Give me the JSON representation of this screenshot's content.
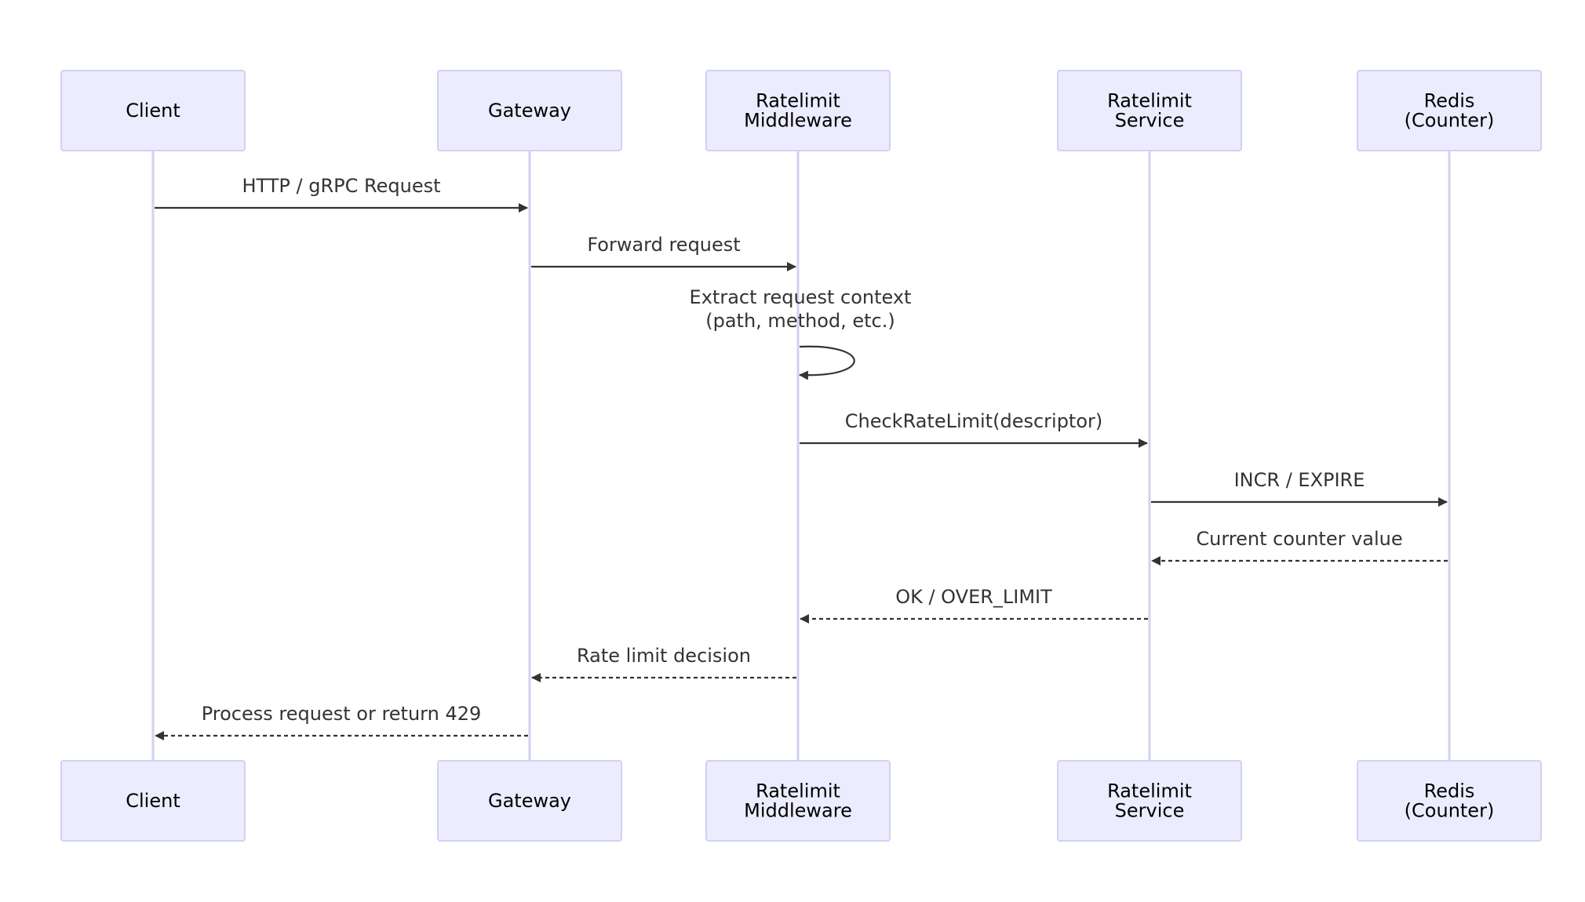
{
  "participants": [
    {
      "id": "client",
      "lines": [
        "Client"
      ]
    },
    {
      "id": "gateway",
      "lines": [
        "Gateway"
      ]
    },
    {
      "id": "middleware",
      "lines": [
        "Ratelimit",
        "Middleware"
      ]
    },
    {
      "id": "service",
      "lines": [
        "Ratelimit",
        "Service"
      ]
    },
    {
      "id": "redis",
      "lines": [
        "Redis",
        "(Counter)"
      ]
    }
  ],
  "messages": [
    {
      "from": "client",
      "to": "gateway",
      "lines": [
        "HTTP / gRPC Request"
      ],
      "style": "solid"
    },
    {
      "from": "gateway",
      "to": "middleware",
      "lines": [
        "Forward request"
      ],
      "style": "solid"
    },
    {
      "from": "middleware",
      "to": "middleware",
      "lines": [
        "Extract request context",
        "(path, method, etc.)"
      ],
      "style": "solid"
    },
    {
      "from": "middleware",
      "to": "service",
      "lines": [
        "CheckRateLimit(descriptor)"
      ],
      "style": "solid"
    },
    {
      "from": "service",
      "to": "redis",
      "lines": [
        "INCR / EXPIRE"
      ],
      "style": "solid"
    },
    {
      "from": "redis",
      "to": "service",
      "lines": [
        "Current counter value"
      ],
      "style": "dashed"
    },
    {
      "from": "service",
      "to": "middleware",
      "lines": [
        "OK / OVER_LIMIT"
      ],
      "style": "dashed"
    },
    {
      "from": "middleware",
      "to": "gateway",
      "lines": [
        "Rate limit decision"
      ],
      "style": "dashed"
    },
    {
      "from": "gateway",
      "to": "client",
      "lines": [
        "Process request or return 429"
      ],
      "style": "dashed"
    }
  ],
  "colors": {
    "actor_fill": "#ececff",
    "actor_border": "#d3d0f2",
    "lifeline": "#d3d0f2",
    "message": "#333333"
  }
}
